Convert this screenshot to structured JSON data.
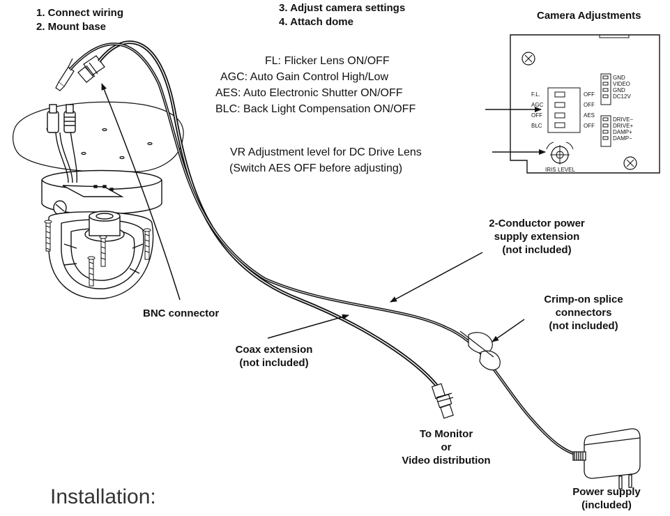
{
  "steps": {
    "step1": "1. Connect wiring",
    "step2": "2. Mount base",
    "step3": "3. Adjust camera settings",
    "step4": "4. Attach dome"
  },
  "panel": {
    "title": "Camera Adjustments",
    "switch_labels": [
      "F.L.",
      "AGC",
      "OFF",
      "BLC"
    ],
    "switch_states": [
      "OFF",
      "OFF",
      "AES",
      "OFF"
    ],
    "terminals_top": [
      "GND",
      "VIDEO",
      "GND",
      "DC12V"
    ],
    "terminals_bottom": [
      "DRIVE−",
      "DRIVE+",
      "DAMP+",
      "DAMP−"
    ],
    "iris_label": "IRIS",
    "level_label": "LEVEL"
  },
  "settings": {
    "fl": "FL: Flicker Lens ON/OFF",
    "agc": "AGC: Auto Gain Control High/Low",
    "aes": "AES: Auto Electronic Shutter ON/OFF",
    "blc": "BLC: Back Light Compensation ON/OFF",
    "vr1": "VR Adjustment level for DC Drive Lens",
    "vr2": "(Switch AES OFF before adjusting)"
  },
  "callouts": {
    "bnc": "BNC connector",
    "coax1": "Coax extension",
    "coax2": "(not included)",
    "cond1": "2-Conductor power",
    "cond2": "supply extension",
    "cond3": "(not included)",
    "crimp1": "Crimp-on splice",
    "crimp2": "connectors",
    "crimp3": "(not included)",
    "mon1": "To Monitor",
    "mon2": "or",
    "mon3": "Video distribution",
    "ps1": "Power supply",
    "ps2": "(included)"
  },
  "footer": {
    "title": "Installation:"
  }
}
